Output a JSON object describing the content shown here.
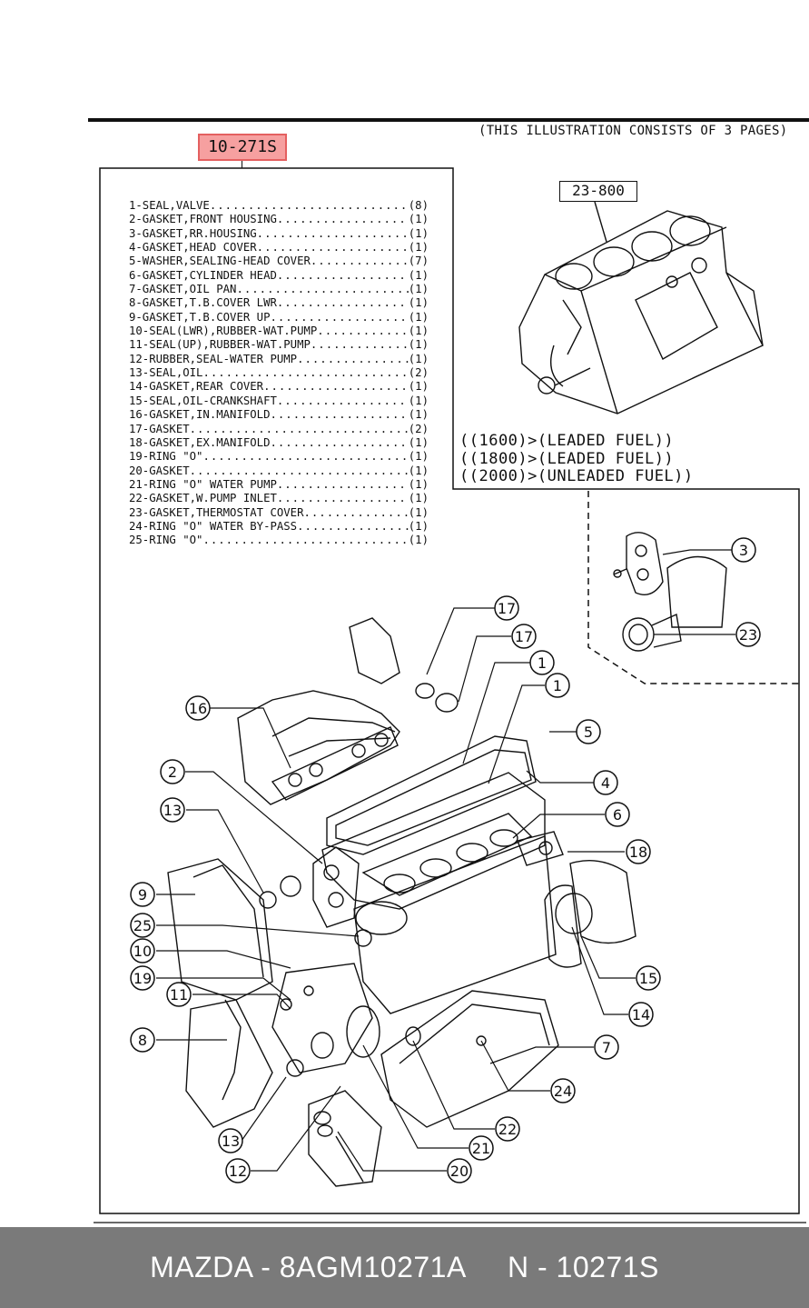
{
  "page_note": "(THIS ILLUSTRATION CONSISTS OF  3 PAGES)",
  "part_number_tag": "10-271S",
  "block_ref_tag": "23-800",
  "parts_list": [
    {
      "name": "1-SEAL,VALVE",
      "qty": "(8)"
    },
    {
      "name": "2-GASKET,FRONT HOUSING",
      "qty": "(1)"
    },
    {
      "name": "3-GASKET,RR.HOUSING",
      "qty": "(1)"
    },
    {
      "name": "4-GASKET,HEAD COVER",
      "qty": "(1)"
    },
    {
      "name": "5-WASHER,SEALING-HEAD COVER",
      "qty": "(7)"
    },
    {
      "name": "6-GASKET,CYLINDER HEAD",
      "qty": "(1)"
    },
    {
      "name": "7-GASKET,OIL PAN",
      "qty": "(1)"
    },
    {
      "name": "8-GASKET,T.B.COVER LWR",
      "qty": "(1)"
    },
    {
      "name": "9-GASKET,T.B.COVER UP",
      "qty": "(1)"
    },
    {
      "name": "10-SEAL(LWR),RUBBER-WAT.PUMP",
      "qty": "(1)"
    },
    {
      "name": "11-SEAL(UP),RUBBER-WAT.PUMP",
      "qty": "(1)"
    },
    {
      "name": "12-RUBBER,SEAL-WATER PUMP",
      "qty": "(1)"
    },
    {
      "name": "13-SEAL,OIL",
      "qty": "(2)"
    },
    {
      "name": "14-GASKET,REAR COVER",
      "qty": "(1)"
    },
    {
      "name": "15-SEAL,OIL-CRANKSHAFT",
      "qty": "(1)"
    },
    {
      "name": "16-GASKET,IN.MANIFOLD",
      "qty": "(1)"
    },
    {
      "name": "17-GASKET",
      "qty": "(2)"
    },
    {
      "name": "18-GASKET,EX.MANIFOLD",
      "qty": "(1)"
    },
    {
      "name": "19-RING \"O\"",
      "qty": "(1)"
    },
    {
      "name": "20-GASKET",
      "qty": "(1)"
    },
    {
      "name": "21-RING \"O\" WATER PUMP",
      "qty": "(1)"
    },
    {
      "name": "22-GASKET,W.PUMP INLET",
      "qty": "(1)"
    },
    {
      "name": "23-GASKET,THERMOSTAT COVER",
      "qty": "(1)"
    },
    {
      "name": "24-RING \"O\" WATER BY-PASS",
      "qty": "(1)"
    },
    {
      "name": "25-RING \"O\"",
      "qty": "(1)"
    }
  ],
  "variants": [
    "((1600)>(LEADED FUEL))",
    "((1800)>(LEADED FUEL))",
    "((2000)>(UNLEADED FUEL))"
  ],
  "callouts": [
    "1",
    "1",
    "2",
    "3",
    "4",
    "5",
    "6",
    "7",
    "8",
    "9",
    "10",
    "11",
    "12",
    "13",
    "13",
    "14",
    "15",
    "16",
    "17",
    "17",
    "18",
    "19",
    "20",
    "21",
    "22",
    "23",
    "24",
    "25"
  ],
  "footer": "MAZDA - 8AGM10271A     N - 10271S"
}
